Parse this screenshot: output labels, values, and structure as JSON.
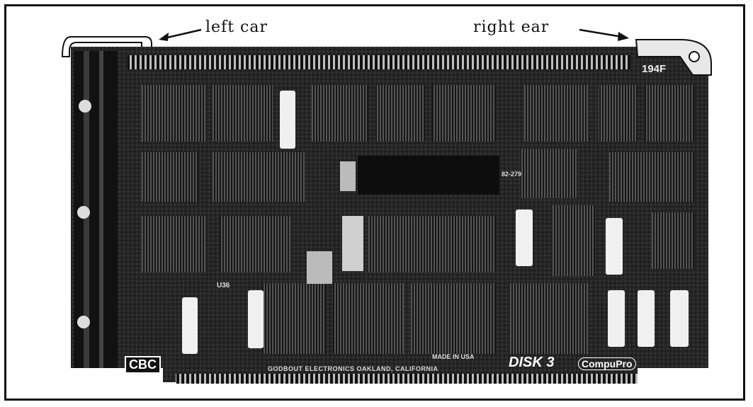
{
  "annotations": {
    "left_label": "left car",
    "right_label": "right ear"
  },
  "board": {
    "part_number": "194F",
    "product_name": "DISK 3",
    "brand_logo": "CompuPro",
    "maker_logo": "CBC",
    "maker_line": "GODBOUT ELECTRONICS  OAKLAND, CALIFORNIA",
    "origin": "MADE IN USA",
    "chip_ref": "U36",
    "ic_marking": "82-279"
  }
}
